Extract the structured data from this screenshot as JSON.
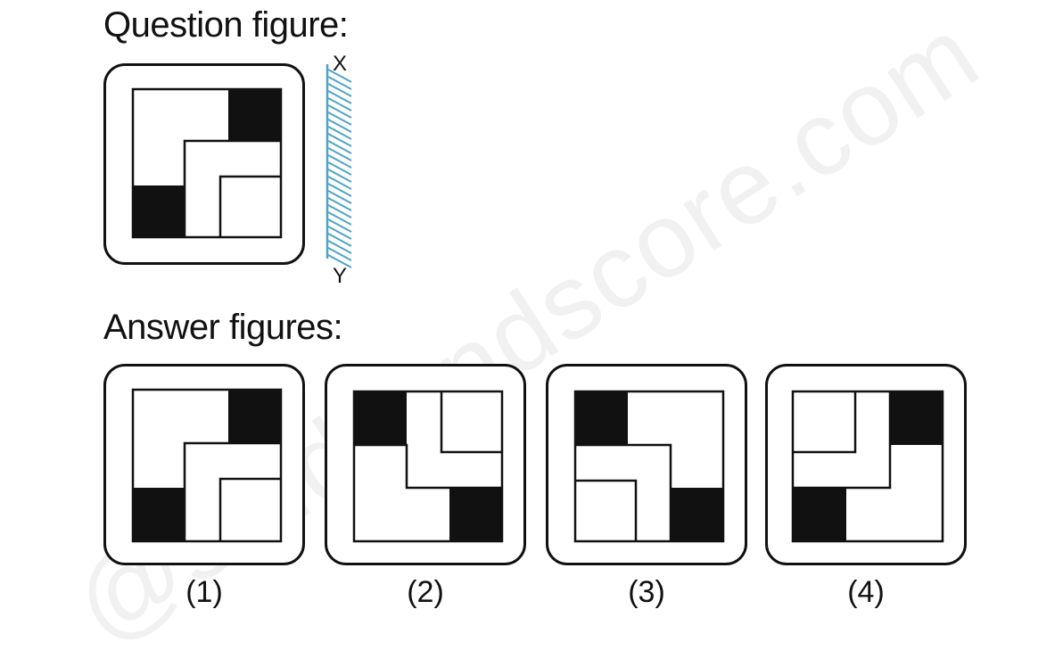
{
  "question_heading": "Question figure:",
  "answer_heading": "Answer figures:",
  "mirror": {
    "top_label": "X",
    "bottom_label": "Y",
    "color": "#4fa3c7"
  },
  "watermark_text": "@studyandscore.com",
  "options": [
    {
      "label": "(1)"
    },
    {
      "label": "(2)"
    },
    {
      "label": "(3)"
    },
    {
      "label": "(4)"
    }
  ]
}
